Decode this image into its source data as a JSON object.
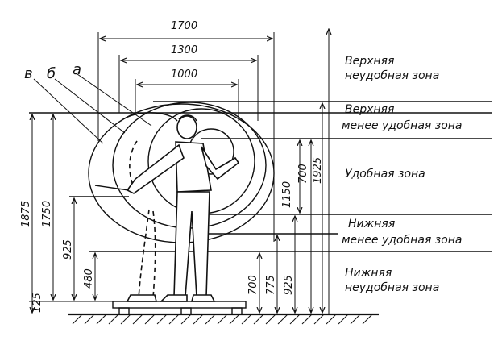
{
  "dimensions": {
    "top": [
      "1700",
      "1300",
      "1000"
    ],
    "left": [
      "1875",
      "1750",
      "925",
      "480",
      "125"
    ],
    "right": [
      "700",
      "775",
      "925",
      "1150",
      "700",
      "1925"
    ]
  },
  "arc_labels": [
    "в",
    "б",
    "а"
  ],
  "zones": [
    {
      "line1": "Верхняя",
      "line2": "неудобная зона"
    },
    {
      "line1": "Верхняя",
      "line2": "менее удобная зона"
    },
    {
      "line1": "Удобная зона",
      "line2": ""
    },
    {
      "line1": "Нижняя",
      "line2": "менее удобная зона"
    },
    {
      "line1": "Нижняя",
      "line2": "неудобная зона"
    }
  ]
}
